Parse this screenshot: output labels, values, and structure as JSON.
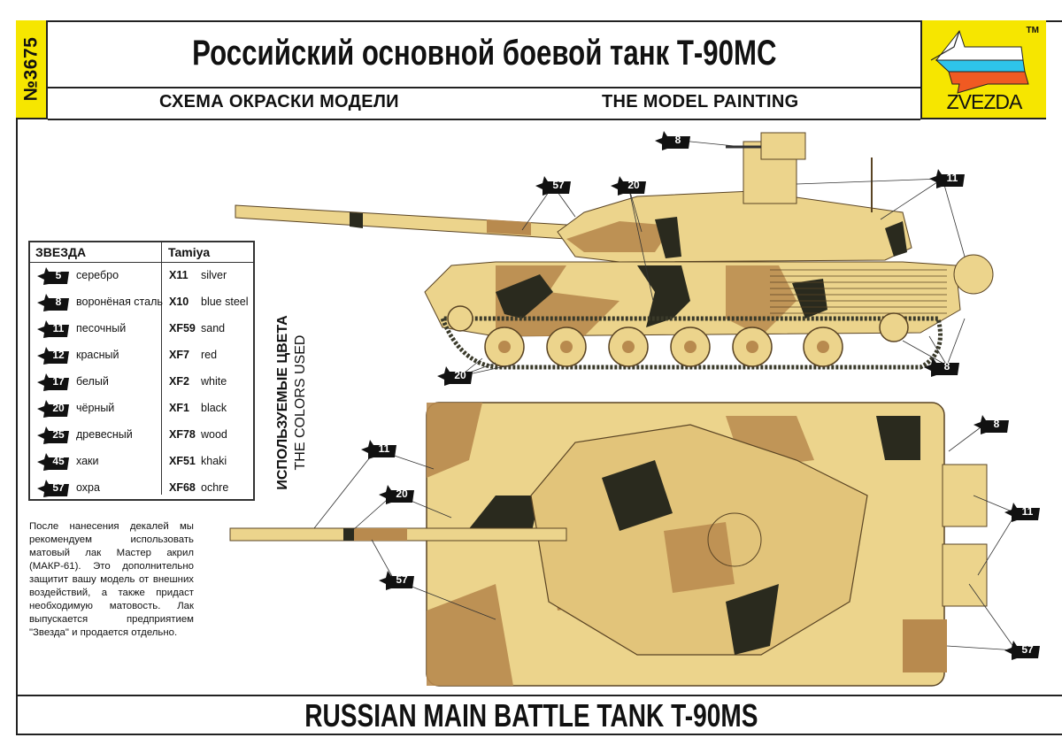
{
  "header": {
    "catalog_number": "№3675",
    "title_ru": "Российский основной боевой танк Т-90МС",
    "subtitle_ru": "СХЕМА ОКРАСКИ МОДЕЛИ",
    "subtitle_en": "THE MODEL PAINTING",
    "logo": {
      "brand": "ZVEZDA",
      "trademark": "TM",
      "flag_colors": [
        "#ffffff",
        "#2ec4ea",
        "#f05a22"
      ],
      "background": "#f6e600"
    }
  },
  "legend": {
    "header_zvezda": "ЗВЕЗДА",
    "header_tamiya": "Tamiya",
    "rows": [
      {
        "num": "5",
        "ru": "серебро",
        "code": "X11",
        "en": "silver"
      },
      {
        "num": "8",
        "ru": "воронёная сталь",
        "code": "X10",
        "en": "blue steel"
      },
      {
        "num": "11",
        "ru": "песочный",
        "code": "XF59",
        "en": "sand"
      },
      {
        "num": "12",
        "ru": "красный",
        "code": "XF7",
        "en": "red"
      },
      {
        "num": "17",
        "ru": "белый",
        "code": "XF2",
        "en": "white"
      },
      {
        "num": "20",
        "ru": "чёрный",
        "code": "XF1",
        "en": "black"
      },
      {
        "num": "25",
        "ru": "древесный",
        "code": "XF78",
        "en": "wood"
      },
      {
        "num": "45",
        "ru": "хаки",
        "code": "XF51",
        "en": "khaki"
      },
      {
        "num": "57",
        "ru": "охра",
        "code": "XF68",
        "en": "ochre"
      }
    ]
  },
  "colors_used": {
    "label_ru": "ИСПОЛЬЗУЕМЫЕ ЦВЕТА",
    "label_en": "THE COLORS USED"
  },
  "note_ru": "После нанесения декалей мы рекомендуем использовать матовый лак Мастер акрил (МАКР-61). Это дополнительно защитит вашу модель от внешних воздействий, а также придаст необходимую матовость. Лак выпускается предприятием \"Звезда\" и продается отдельно.",
  "side_view_callouts": [
    "8",
    "57",
    "20",
    "11",
    "20",
    "8"
  ],
  "top_view_callouts": [
    "11",
    "20",
    "57",
    "8",
    "11",
    "57"
  ],
  "camouflage_colors": {
    "sand": "#ecd48c",
    "ochre": "#b88a4e",
    "black": "#2a2a1e",
    "outline": "#5a4424"
  },
  "footer": {
    "title_en": "RUSSIAN MAIN BATTLE TANK T-90MS"
  }
}
